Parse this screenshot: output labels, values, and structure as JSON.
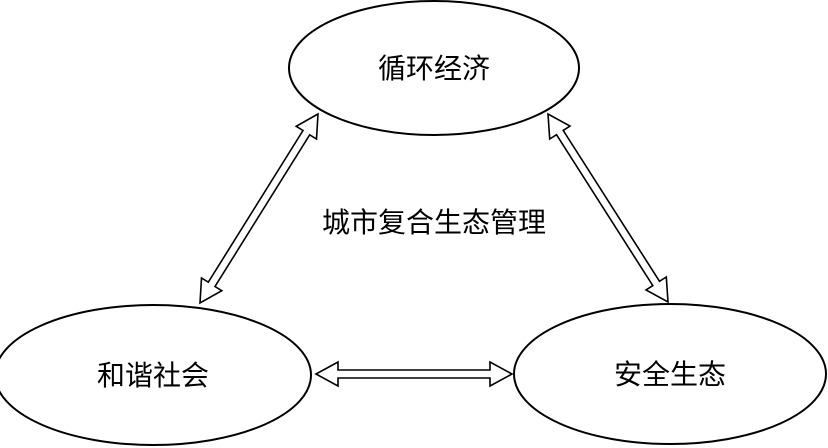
{
  "diagram": {
    "center_label": "城市复合生态管理",
    "nodes": {
      "top": {
        "label": "循环经济"
      },
      "left": {
        "label": "和谐社会"
      },
      "right": {
        "label": "安全生态"
      }
    },
    "edges": [
      {
        "from": "top",
        "to": "left",
        "direction": "bidirectional"
      },
      {
        "from": "top",
        "to": "right",
        "direction": "bidirectional"
      },
      {
        "from": "left",
        "to": "right",
        "direction": "bidirectional"
      }
    ]
  }
}
